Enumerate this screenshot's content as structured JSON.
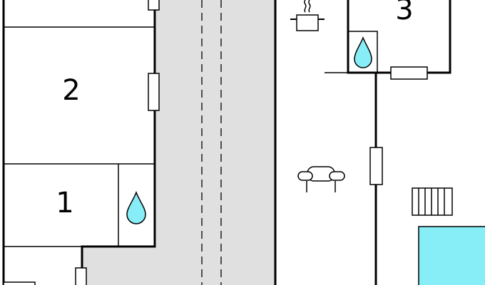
{
  "plan": {
    "rooms": [
      {
        "number": "2"
      },
      {
        "number": "1"
      },
      {
        "number": "3"
      }
    ],
    "icons": {
      "bathroom_1": "water-drop-icon",
      "bathroom_3": "water-drop-icon",
      "kitchen": "cooking-pot-icon",
      "living": "armchair-icon",
      "terrace": "radiator-icon",
      "outdoor": "swimming-pool-icon"
    },
    "colors": {
      "walls": "#000000",
      "corridor": "#e0e0e0",
      "pool": "#87edf6",
      "background": "#ffffff"
    }
  }
}
